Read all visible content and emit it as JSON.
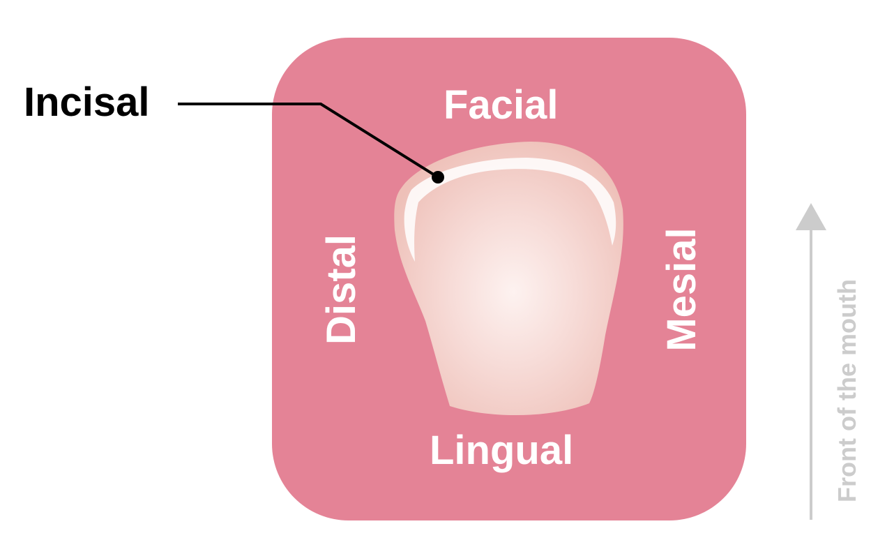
{
  "labels": {
    "facial": "Facial",
    "lingual": "Lingual",
    "distal": "Distal",
    "mesial": "Mesial",
    "incisal": "Incisal",
    "front_of_mouth": "Front of the mouth"
  },
  "colors": {
    "gum": "#e48396",
    "tooth_edge": "#efc2bb",
    "tooth_center": "#fbecea",
    "enamel_highlight": "#ffffff",
    "arrow": "#cccccc",
    "leader_line": "#000000"
  }
}
